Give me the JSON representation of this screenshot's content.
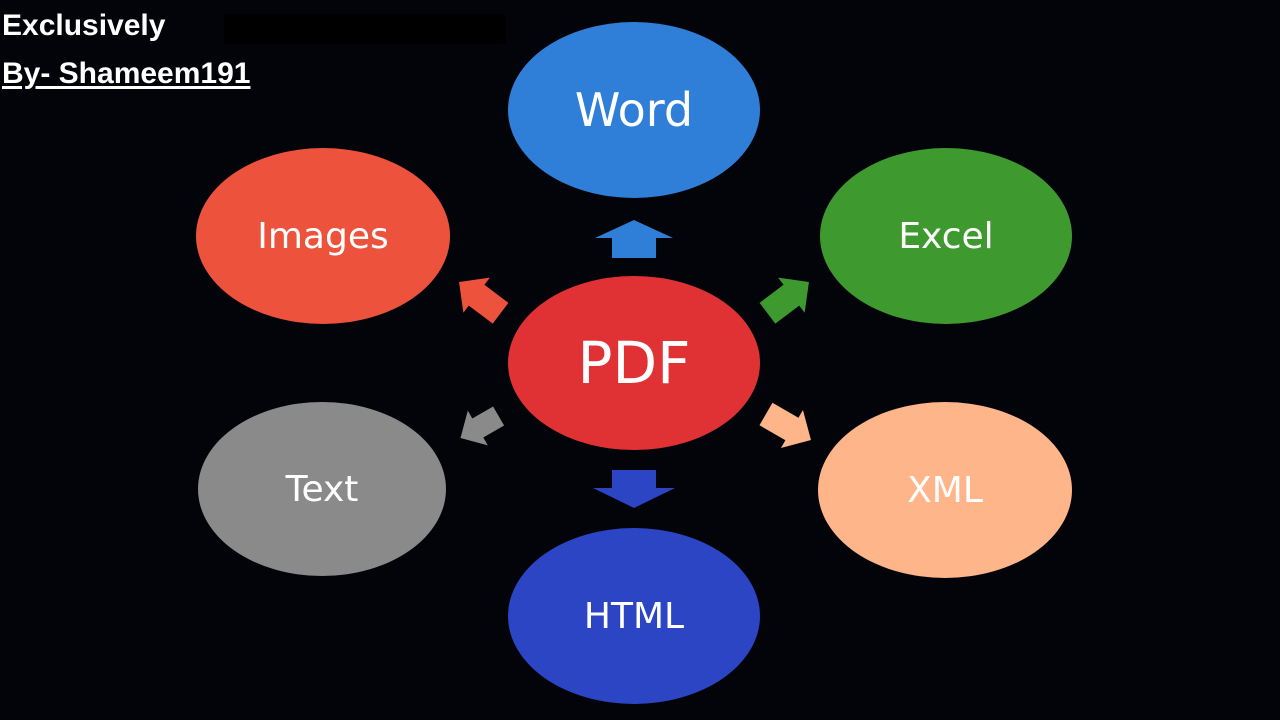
{
  "credit": {
    "line1": "Exclusively",
    "line2": "By- Shameem191"
  },
  "diagram": {
    "center": {
      "label": "PDF",
      "color": "#e03234"
    },
    "targets": {
      "word": {
        "label": "Word",
        "color": "#2f7fd8"
      },
      "excel": {
        "label": "Excel",
        "color": "#3e9a2f"
      },
      "images": {
        "label": "Images",
        "color": "#ec523c"
      },
      "text": {
        "label": "Text",
        "color": "#8a8a8a"
      },
      "xml": {
        "label": "XML",
        "color": "#fdb589"
      },
      "html": {
        "label": "HTML",
        "color": "#2c45c4"
      }
    }
  }
}
